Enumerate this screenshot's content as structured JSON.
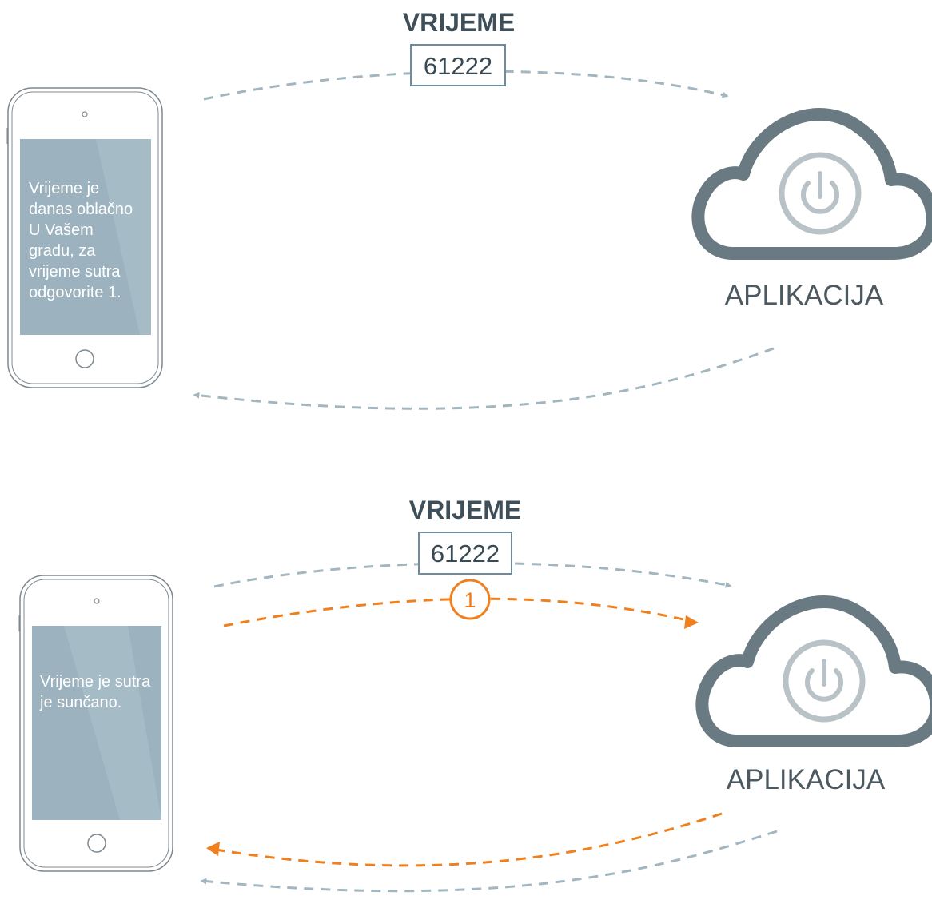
{
  "colors": {
    "phone_outline": "#7c8890",
    "screen_fill": "#9cb3bf",
    "screen_stripe": "#a8bec9",
    "arrow_gray": "#a3b6c0",
    "arrow_orange": "#f07f1d",
    "cloud_stroke": "#6a7a82",
    "power_icon": "#b9c2c6",
    "code_box_border": "#6f8c9c",
    "keyword_text": "#3e4f5a"
  },
  "top": {
    "keyword": "VRIJEME",
    "number": "61222",
    "screen_text": "Vrijeme je\ndanas oblačno\nU Vašem\ngradu, za\nvrijeme sutra\nodgovorite 1.",
    "app_label": "APLIKACIJA"
  },
  "bottom": {
    "keyword": "VRIJEME",
    "number": "61222",
    "reply_number": "1",
    "screen_text": "Vrijeme je sutra\nje sunčano.",
    "app_label": "APLIKACIJA"
  }
}
